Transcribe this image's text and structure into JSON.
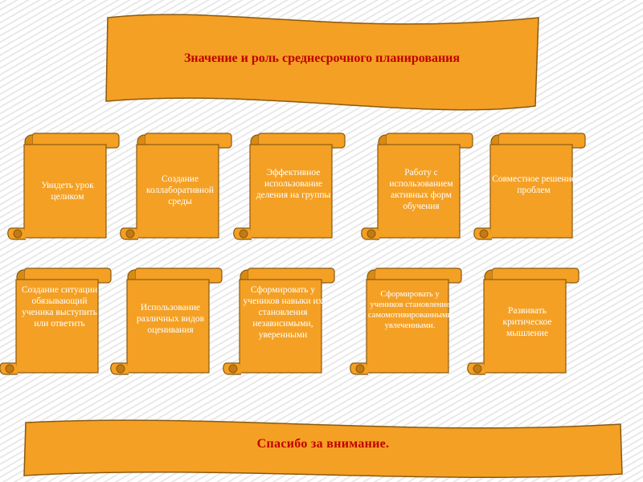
{
  "title": "Значение и роль среднесрочного  планирования",
  "cards": [
    {
      "text": "Увидеть урок целиком"
    },
    {
      "text": "Создание коллаборативной среды"
    },
    {
      "text": "Эффективное использование деления на группы"
    },
    {
      "text": "Работу с использованием активных форм обучения"
    },
    {
      "text": "Совместное решение проблем"
    },
    {
      "text": "Создание ситуации обязывающий ученика выступить или ответить"
    },
    {
      "text": "Использование различных видов оценивания"
    },
    {
      "text": "Сформировать у учеников навыки их становления независимыми, уверенными"
    },
    {
      "text": "Сформировать у учеников становление самомотивированными, увлеченными."
    },
    {
      "text": "Развивать критическое мышление"
    }
  ],
  "footer": "Спасибо за внимание.",
  "colors": {
    "scroll_fill": "#f4a024",
    "scroll_stroke": "#8a5a10",
    "banner_fill": "#f4a024",
    "title_text": "#c00000",
    "card_text": "#ffffff"
  }
}
